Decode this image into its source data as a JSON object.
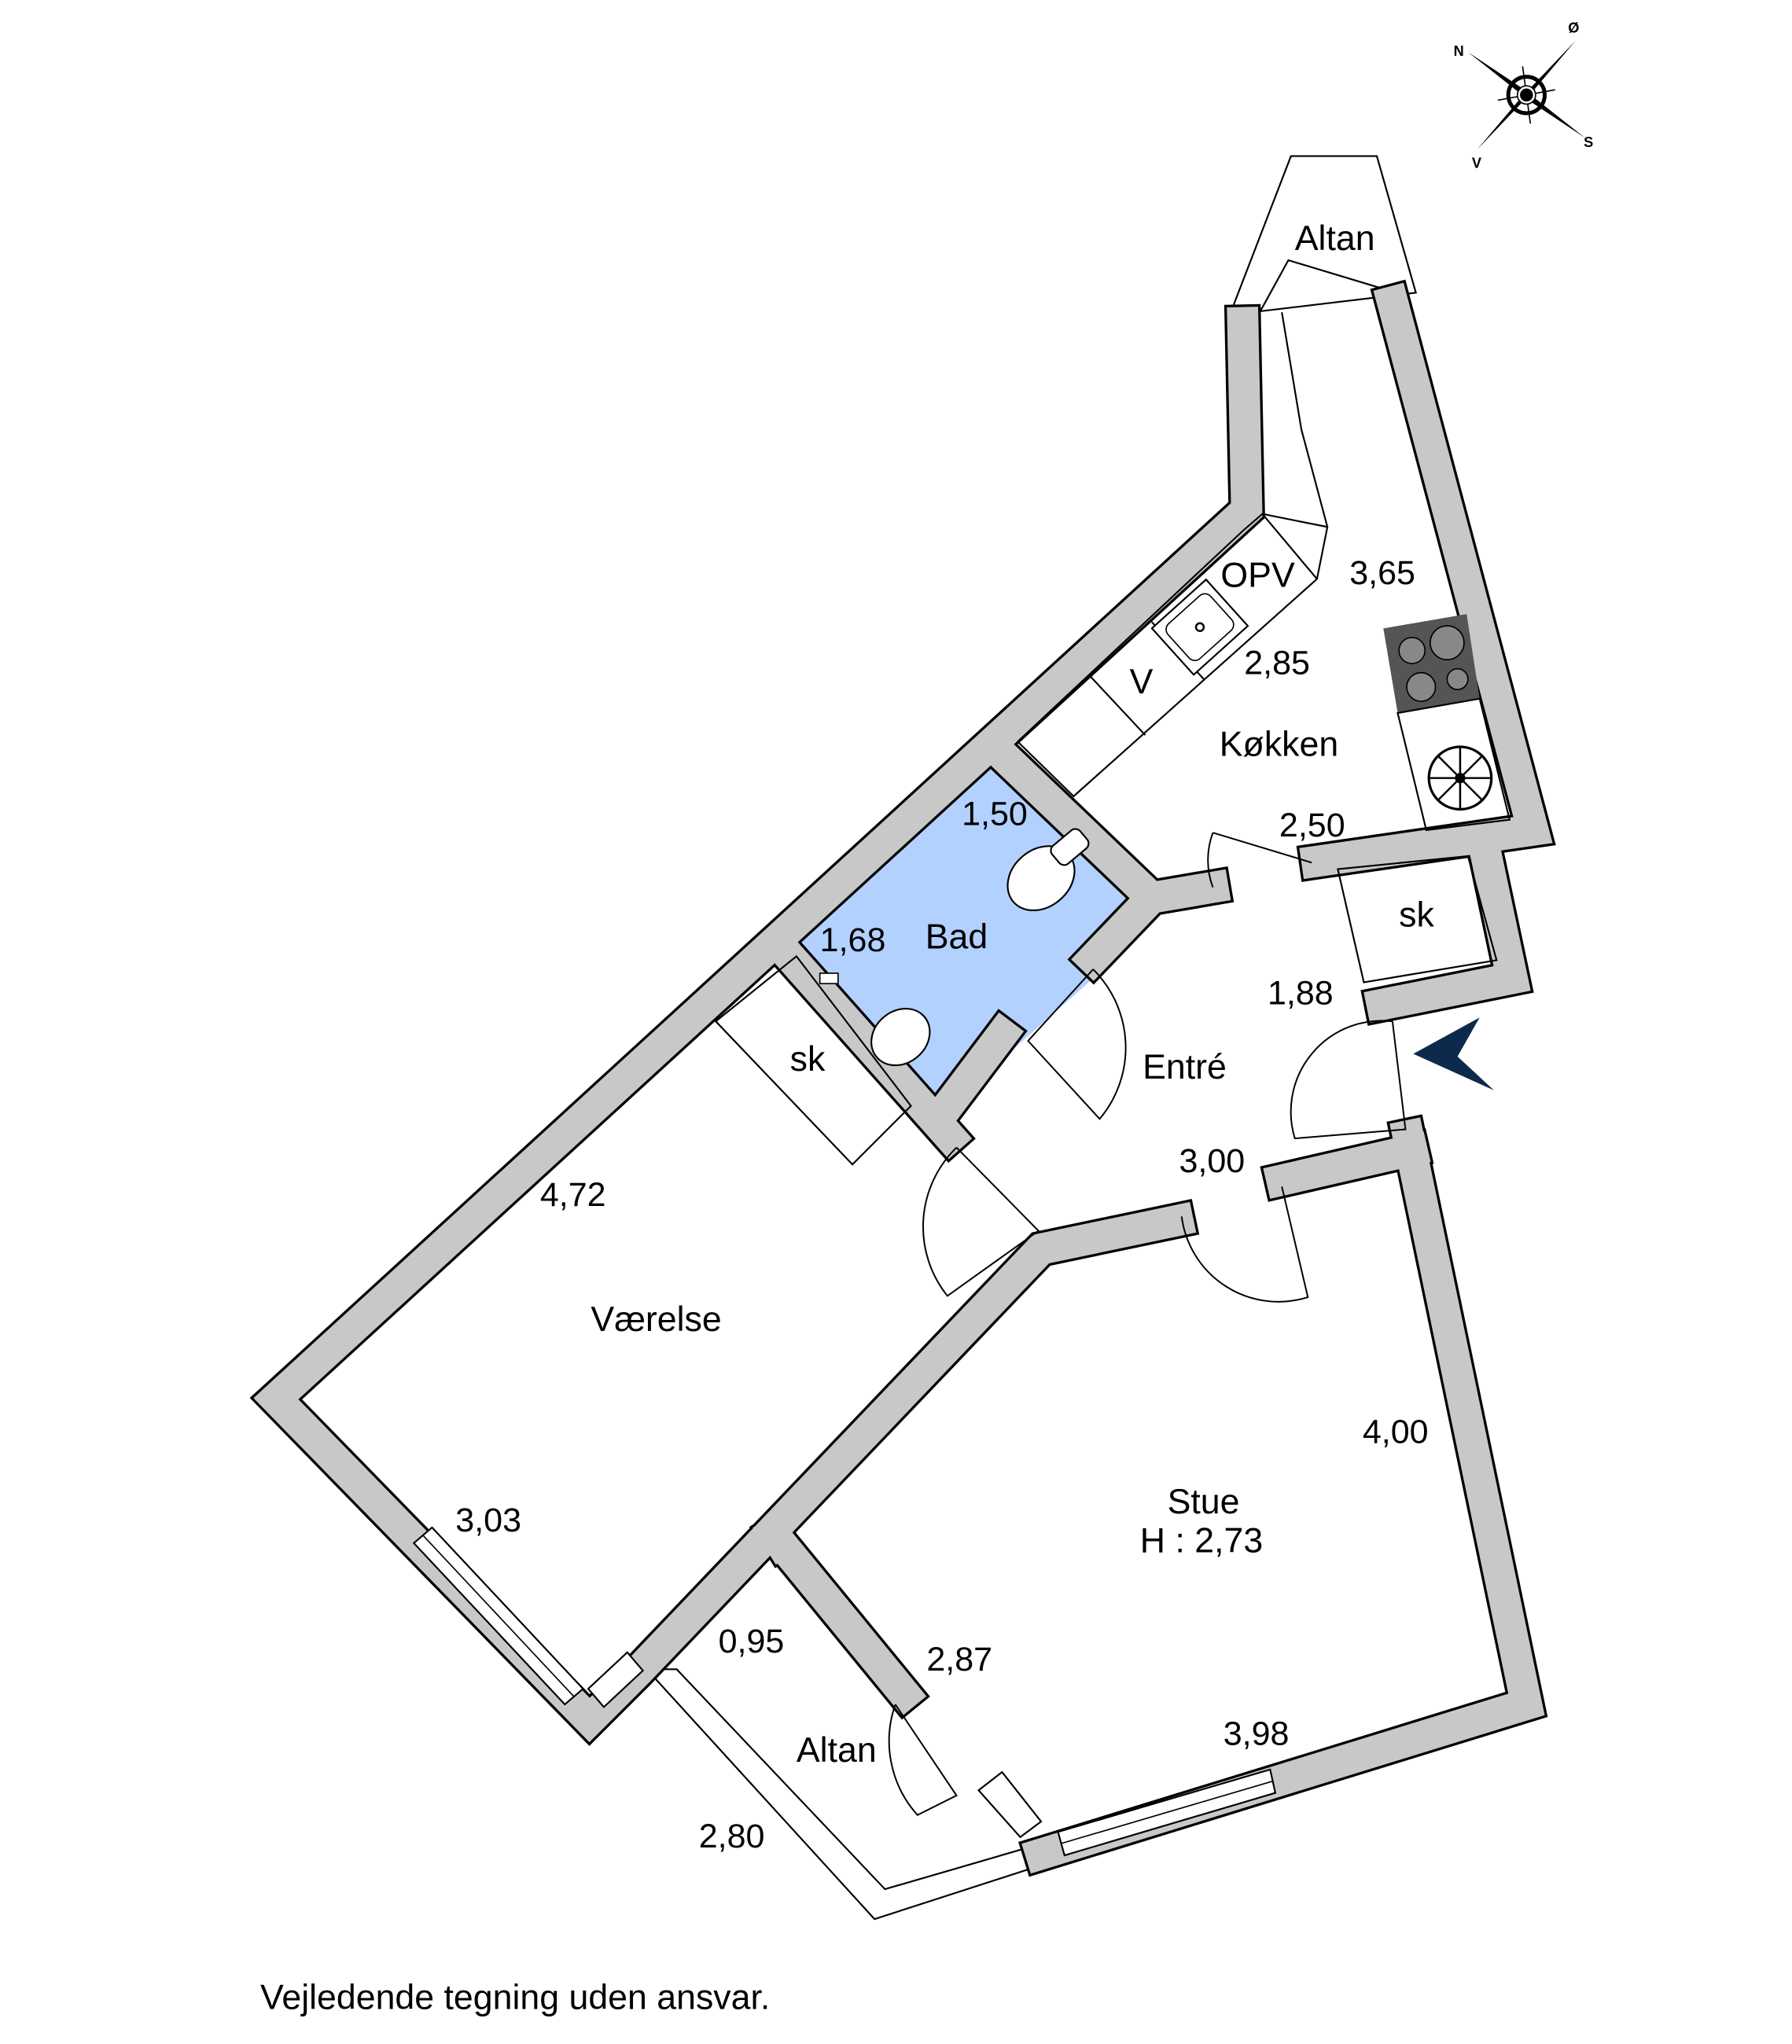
{
  "plan": {
    "disclaimer": "Vejledende tegning uden ansvar.",
    "colors": {
      "wall": "#c8c8c8",
      "bathroom": "#b3d1ff",
      "entrance_arrow": "#0d2a4d",
      "stove": "#555555"
    },
    "compass": {
      "north": "N",
      "east": "Ø",
      "south": "S",
      "west": "V"
    },
    "rooms": {
      "altan_top": "Altan",
      "kitchen": "Køkken",
      "opv": "OPV",
      "v": "V",
      "bad": "Bad",
      "sk_entry": "sk",
      "sk_room": "sk",
      "entre": "Entré",
      "vaerelse": "Værelse",
      "stue": "Stue",
      "stue_height": "H : 2,73",
      "altan_bottom": "Altan"
    },
    "dimensions": {
      "kitchen_length": "3,65",
      "kitchen_width_top": "2,85",
      "kitchen_width_bottom": "2,50",
      "bad_width": "1,50",
      "bad_length": "1,68",
      "entre_length": "1,88",
      "entre_width": "3,00",
      "vaerelse_length": "4,72",
      "vaerelse_width": "3,03",
      "stue_length": "4,00",
      "stue_width": "3,98",
      "stue_side": "2,87",
      "altan_width": "0,95",
      "altan_length": "2,80"
    }
  }
}
